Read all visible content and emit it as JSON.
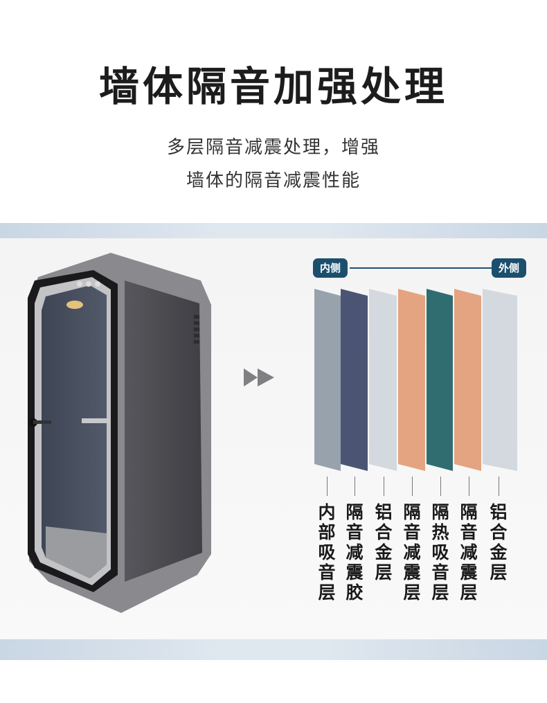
{
  "header": {
    "title": "墙体隔音加强处理",
    "subtitle_line1": "多层隔音减震处理，增强",
    "subtitle_line2": "墙体的隔音减震性能"
  },
  "diagram": {
    "inner_tag": "内侧",
    "outer_tag": "外侧",
    "layers": [
      {
        "label": "内部吸音层",
        "color": "#97a2ac"
      },
      {
        "label": "隔音减震胶",
        "color": "#4b5573"
      },
      {
        "label": "铝合金层",
        "color": "#d3d9de"
      },
      {
        "label": "隔音减震层",
        "color": "#e4a481"
      },
      {
        "label": "隔热吸音层",
        "color": "#2f6d70"
      },
      {
        "label": "隔音减震层",
        "color": "#e4a481"
      },
      {
        "label": "铝合金层",
        "color": "#d3d9de"
      }
    ]
  },
  "colors": {
    "tag_bg": "#1c4f6e",
    "band": "#c9d6e4"
  }
}
